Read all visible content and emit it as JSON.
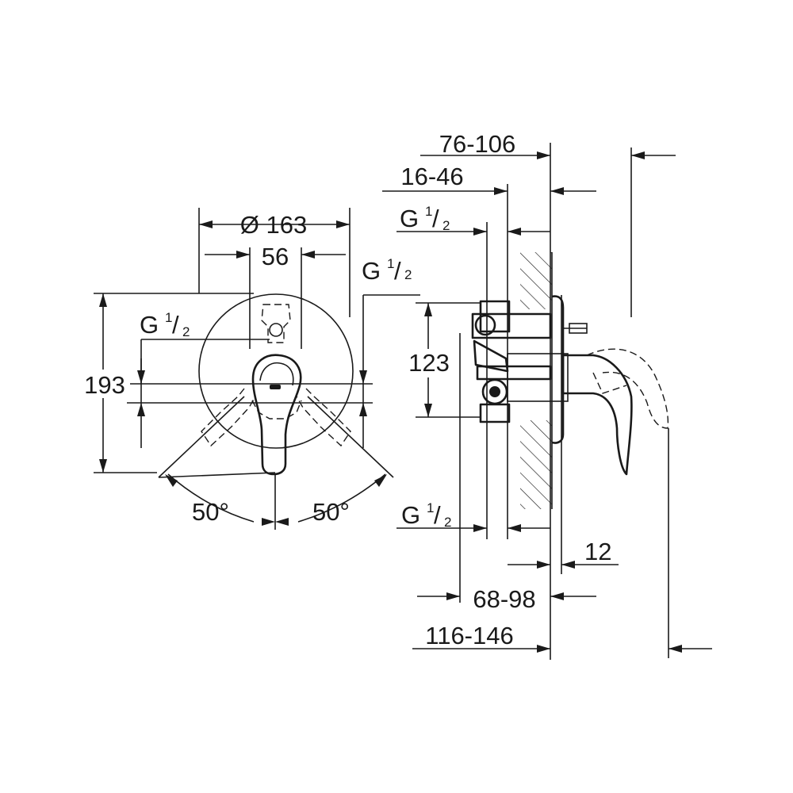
{
  "front_view": {
    "diameter": "Ø 163",
    "handle_width": "56",
    "height": "193",
    "thread_upper": {
      "letter": "G",
      "num": "1",
      "den": "2"
    },
    "thread_left": {
      "letter": "G",
      "num": "1",
      "den": "2"
    },
    "angle_left": "50°",
    "angle_right": "50°"
  },
  "side_view": {
    "depth_76_106": "76-106",
    "depth_16_46": "16-46",
    "thread_top": {
      "letter": "G",
      "num": "1",
      "den": "2"
    },
    "thread_bottom": {
      "letter": "G",
      "num": "1",
      "den": "2"
    },
    "height_123": "123",
    "plate_12": "12",
    "depth_68_98": "68-98",
    "depth_116_146": "116-146"
  }
}
